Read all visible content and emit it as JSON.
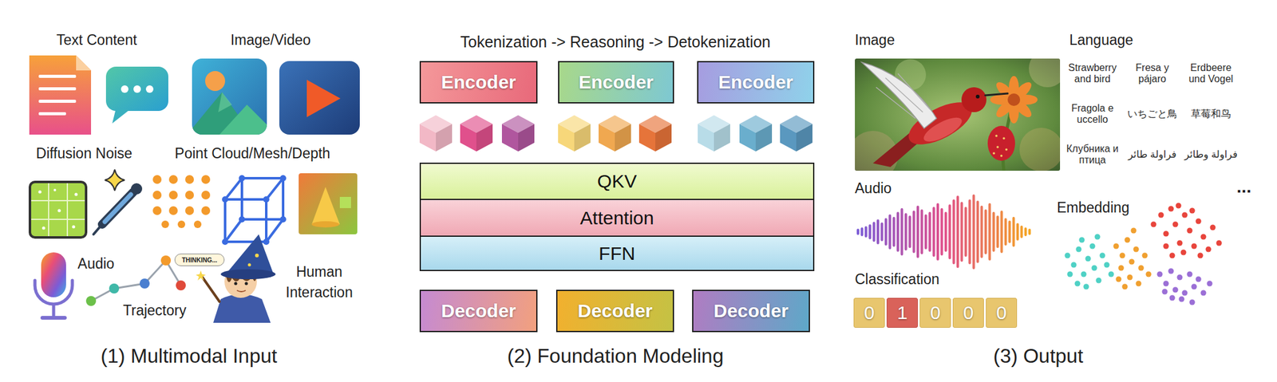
{
  "diagram": {
    "nodes": [
      {
        "text": [
          "THINKING..."
        ]
      },
      {
        "text": [
          "Encoder"
        ]
      },
      {
        "text": [
          "Encoder"
        ]
      },
      {
        "text": [
          "Encoder"
        ]
      },
      {
        "text": [
          "QKV"
        ]
      },
      {
        "text": [
          "Attention"
        ]
      },
      {
        "text": [
          "FFN"
        ]
      },
      {
        "text": [
          "Decoder"
        ]
      },
      {
        "text": [
          "Decoder"
        ]
      },
      {
        "text": [
          "Decoder"
        ]
      },
      {
        "text": [
          "0"
        ]
      },
      {
        "text": [
          "1"
        ]
      },
      {
        "text": [
          "0"
        ]
      },
      {
        "text": [
          "0"
        ]
      },
      {
        "text": [
          "0"
        ]
      }
    ],
    "labels": [
      "Text Content",
      "Image/Video",
      "Diffusion Noise",
      "Point Cloud/Mesh/Depth",
      "Audio",
      "Trajectory",
      "Human Interaction",
      "(1) Multimodal Input",
      "Tokenization -> Reasoning -> Detokenization",
      "(2) Foundation Modeling",
      "Image",
      "Language",
      "Strawberry and bird",
      "Fresa y pájaro",
      "Erdbeere und Vogel",
      "Fragola e uccello",
      "いちごと鳥",
      "草莓和鸟",
      "Клубника и птица",
      "فراولة طائر",
      "فراولة وطائر",
      "Audio",
      "Embedding",
      "Classification",
      "...",
      "(3) Output"
    ]
  }
}
